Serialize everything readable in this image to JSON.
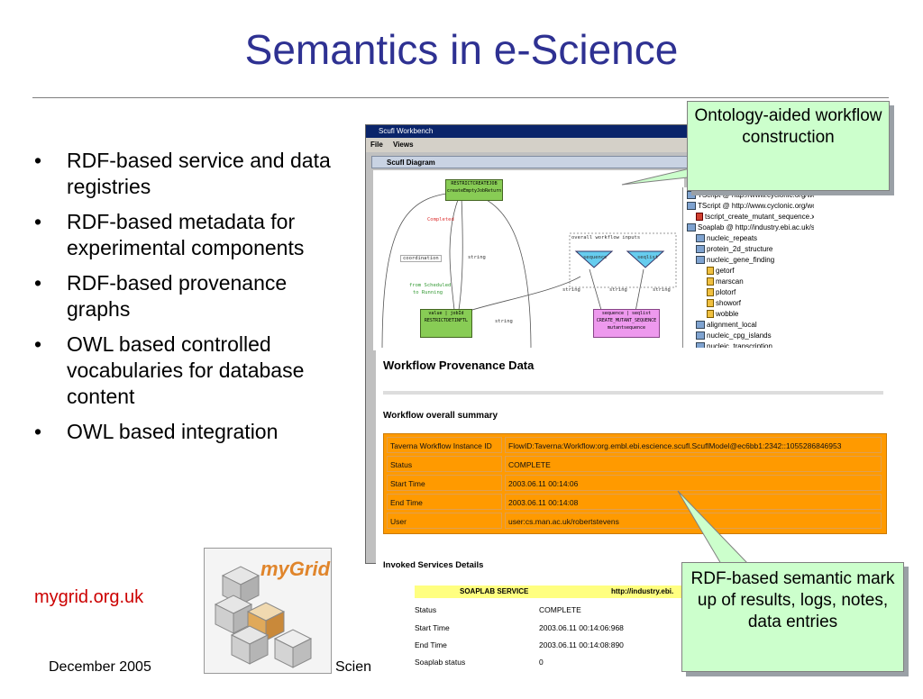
{
  "title": "Semantics in e-Science",
  "bullets": [
    "RDF-based service and data registries",
    "RDF-based metadata for experimental components",
    "RDF-based provenance graphs",
    "OWL based controlled vocabularies for database content",
    "OWL based integration"
  ],
  "link": "mygrid.org.uk",
  "footer": {
    "date": "December 2005",
    "science": "Scien"
  },
  "logo": {
    "text": "myGrid"
  },
  "callouts": {
    "ontology": "Ontology-aided workflow construction",
    "rdf": "RDF-based semantic mark up of results, logs, notes, data entries"
  },
  "workbench": {
    "window_title": "Scufl Workbench",
    "menu": [
      "File",
      "Views"
    ],
    "diagram_title": "Scufl Diagram",
    "nodes": {
      "top_name": "RESTRICTCREATEJOB",
      "top_sub": "createEmptyJobReturn",
      "completed": "Completed",
      "coordination": "coordination",
      "string1": "string",
      "from_scheduled": "from Scheduled",
      "to_running": "to Running",
      "value": "value",
      "jobid": "jobId",
      "restrict_detail": "RESTRICTDETINFTL",
      "string2": "string",
      "overall_inputs": "overall workflow inputs",
      "sequence": "sequence",
      "seqlist": "seqlist",
      "string3": "string",
      "string4": "string",
      "string5": "string",
      "seq_port": "sequence",
      "seqlist_port": "seqlist",
      "create_mutant": "CREATE_MUTANT_SEQUENCE",
      "mutantsequence": "mutantsequence"
    },
    "tree": [
      "TScript @ http://www.cyclonic.org/work",
      "TScript @ http://www.cyclonic.org/work",
      "tscript_create_mutant_sequence.x",
      "Soaplab @ http://industry.ebi.ac.uk/so",
      "nucleic_repeats",
      "protein_2d_structure",
      "nucleic_gene_finding",
      "getorf",
      "marscan",
      "plotorf",
      "showorf",
      "wobble",
      "alignment_local",
      "nucleic_cpg_islands",
      "nucleic_transcription"
    ]
  },
  "provenance": {
    "title": "Workflow Provenance Data",
    "summary_title": "Workflow overall summary",
    "summary_rows": [
      {
        "key": "Taverna Workflow Instance ID",
        "value": "FlowID:Taverna:Workflow:org.embl.ebi.escience.scufl.ScuflModel@ec6bb1:2342::1055286846953"
      },
      {
        "key": "Status",
        "value": "COMPLETE"
      },
      {
        "key": "Start Time",
        "value": "2003.06.11 00:14:06"
      },
      {
        "key": "End Time",
        "value": "2003.06.11 00:14:08"
      },
      {
        "key": "User",
        "value": "user:cs.man.ac.uk/robertstevens"
      }
    ],
    "invoked_title": "Invoked Services Details",
    "service_header": {
      "name": "SOAPLAB SERVICE",
      "url": "http://industry.ebi."
    },
    "service_rows": [
      {
        "key": "Status",
        "value": "COMPLETE"
      },
      {
        "key": "Start Time",
        "value": "2003.06.11 00:14:06:968"
      },
      {
        "key": "End Time",
        "value": "2003.06.11 00:14:08:890"
      },
      {
        "key": "Soaplab status",
        "value": "0"
      }
    ]
  }
}
